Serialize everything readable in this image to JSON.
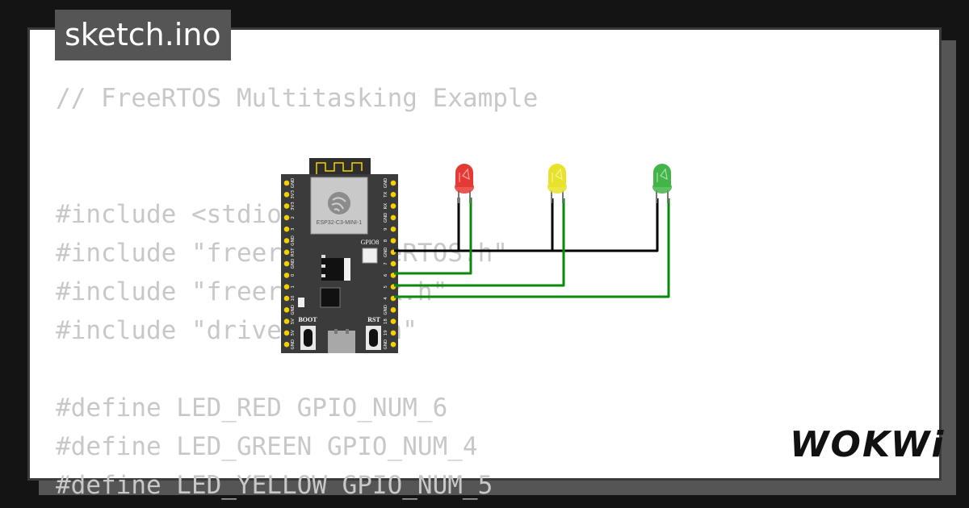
{
  "tab": {
    "filename": "sketch.ino"
  },
  "code": {
    "lines": [
      "// FreeRTOS Multitasking Example",
      "#include <stdio.h>",
      "#include \"freertos/FreeRTOS.h\"",
      "#include \"freertos/task.h\"",
      "#include \"driver/gpio.h\"",
      "#define LED_RED GPIO_NUM_6",
      "#define LED_GREEN GPIO_NUM_4",
      "#define LED_YELLOW GPIO_NUM_5"
    ]
  },
  "board": {
    "module_label": "ESP32-C3-MINI-1",
    "gpio_label": "GPIO8",
    "boot_label": "BOOT",
    "rst_label": "RST",
    "left_pins": [
      "GND",
      "3V3",
      "3V3",
      "2",
      "3",
      "GND",
      "RST",
      "GND",
      "0",
      "1",
      "10",
      "GND",
      "5V",
      "5V",
      "GND"
    ],
    "right_pins": [
      "GND",
      "TX",
      "RX",
      "GND",
      "9",
      "8",
      "GND",
      "7",
      "6",
      "5",
      "4",
      "GND",
      "18",
      "19",
      "GND"
    ]
  },
  "leds": [
    {
      "name": "red",
      "color": "#e53935"
    },
    {
      "name": "yellow",
      "color": "#e8e22a"
    },
    {
      "name": "green",
      "color": "#43b548"
    }
  ],
  "colors": {
    "wire_gnd": "#000000",
    "wire_signal": "#0a8a0a",
    "pin": "#f5d000",
    "board": "#3b3b3b"
  },
  "brand": {
    "logo": "WOKWi"
  }
}
